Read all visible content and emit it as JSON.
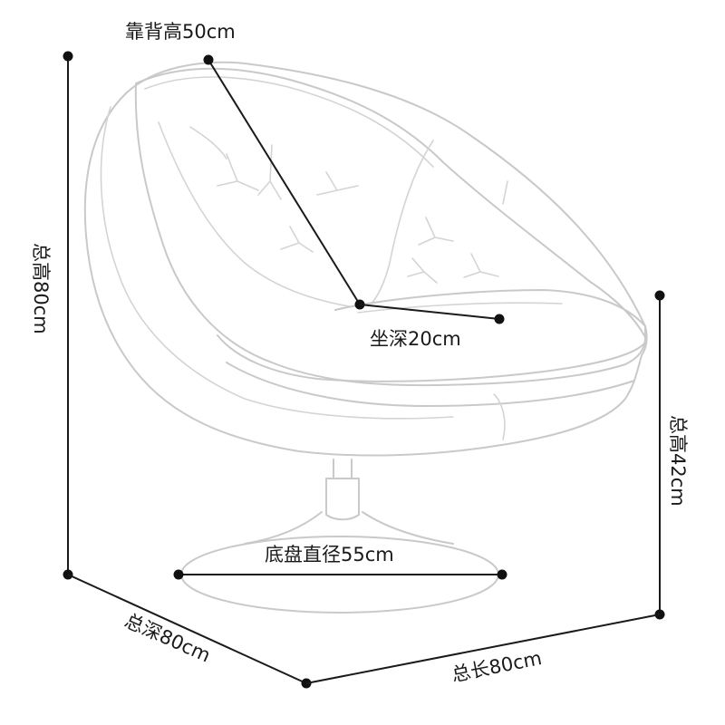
{
  "labels": {
    "back_height": "靠背高50cm",
    "total_height": "总高80cm",
    "seat_depth": "坐深20cm",
    "seat_height": "总高42cm",
    "base_diameter": "底盘直径55cm",
    "total_depth": "总深80cm",
    "total_length": "总长80cm"
  }
}
